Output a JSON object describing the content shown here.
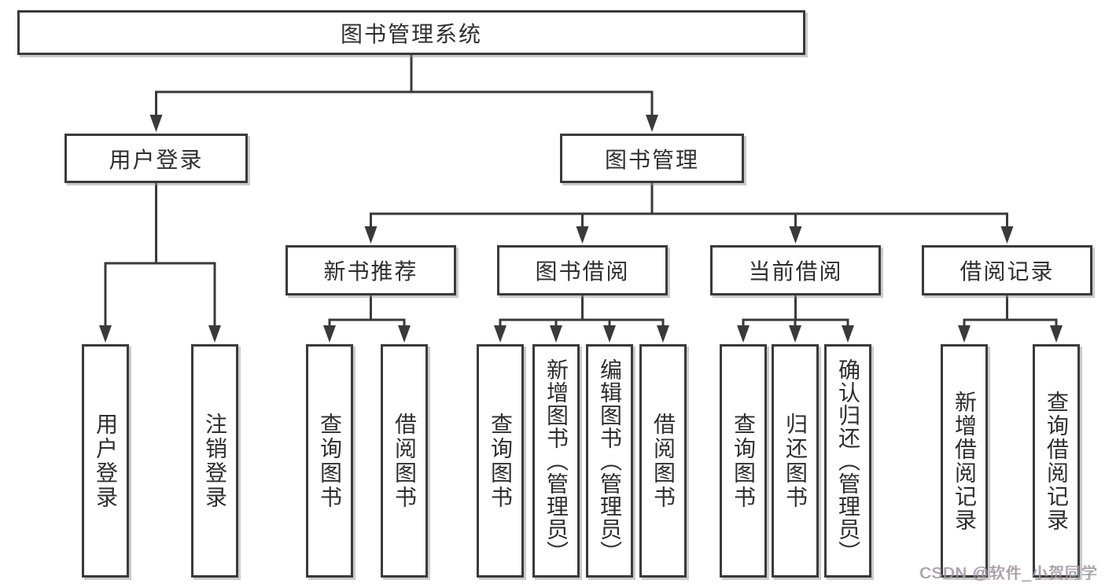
{
  "tree": {
    "root": "图书管理系统",
    "branches": [
      {
        "label": "用户登录",
        "children": [
          "用户登录",
          "注销登录"
        ]
      },
      {
        "label": "图书管理",
        "sections": [
          {
            "label": "新书推荐",
            "children": [
              "查询图书",
              "借阅图书"
            ]
          },
          {
            "label": "图书借阅",
            "children": [
              "查询图书",
              "新增图书（管理员）",
              "编辑图书（管理员）",
              "借阅图书"
            ]
          },
          {
            "label": "当前借阅",
            "children": [
              "查询图书",
              "归还图书",
              "确认归还（管理员）"
            ]
          },
          {
            "label": "借阅记录",
            "children": [
              "新增借阅记录",
              "查询借阅记录"
            ]
          }
        ]
      }
    ]
  },
  "watermark": {
    "text": "CSDN @软件_小贺同学"
  },
  "colors": {
    "line": "#3a3a3a",
    "box_border": "#3a3a3a",
    "text": "#2e2e2e",
    "watermark": "#9e9e9e",
    "background": "#ffffff"
  }
}
